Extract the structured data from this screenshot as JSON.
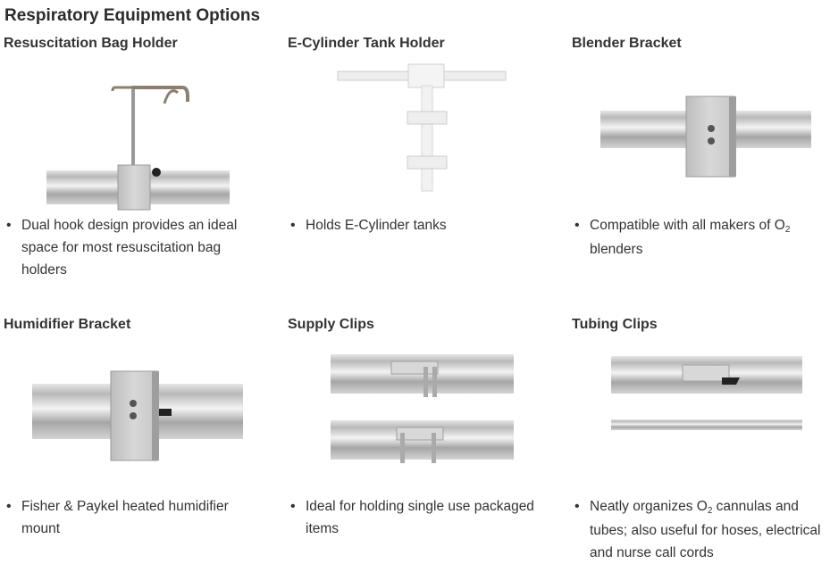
{
  "page": {
    "title": "Respiratory Equipment Options"
  },
  "products": [
    {
      "title": "Resuscitation Bag Holder",
      "description": "Dual hook design provides an ideal space for most resuscitation bag holders"
    },
    {
      "title": "E-Cylinder Tank Holder",
      "description": "Holds E-Cylinder tanks"
    },
    {
      "title": "Blender Bracket",
      "description_parts": [
        "Compatible with all makers of O",
        "2",
        " blenders"
      ]
    },
    {
      "title": "Humidifier Bracket",
      "description": "Fisher & Paykel heated humidifier mount"
    },
    {
      "title": "Supply Clips",
      "description": "Ideal for holding single use packaged items"
    },
    {
      "title": "Tubing Clips",
      "description_parts": [
        "Neatly organizes O",
        "2",
        " cannulas and tubes; also useful for hoses, electrical and nurse call cords"
      ]
    }
  ]
}
